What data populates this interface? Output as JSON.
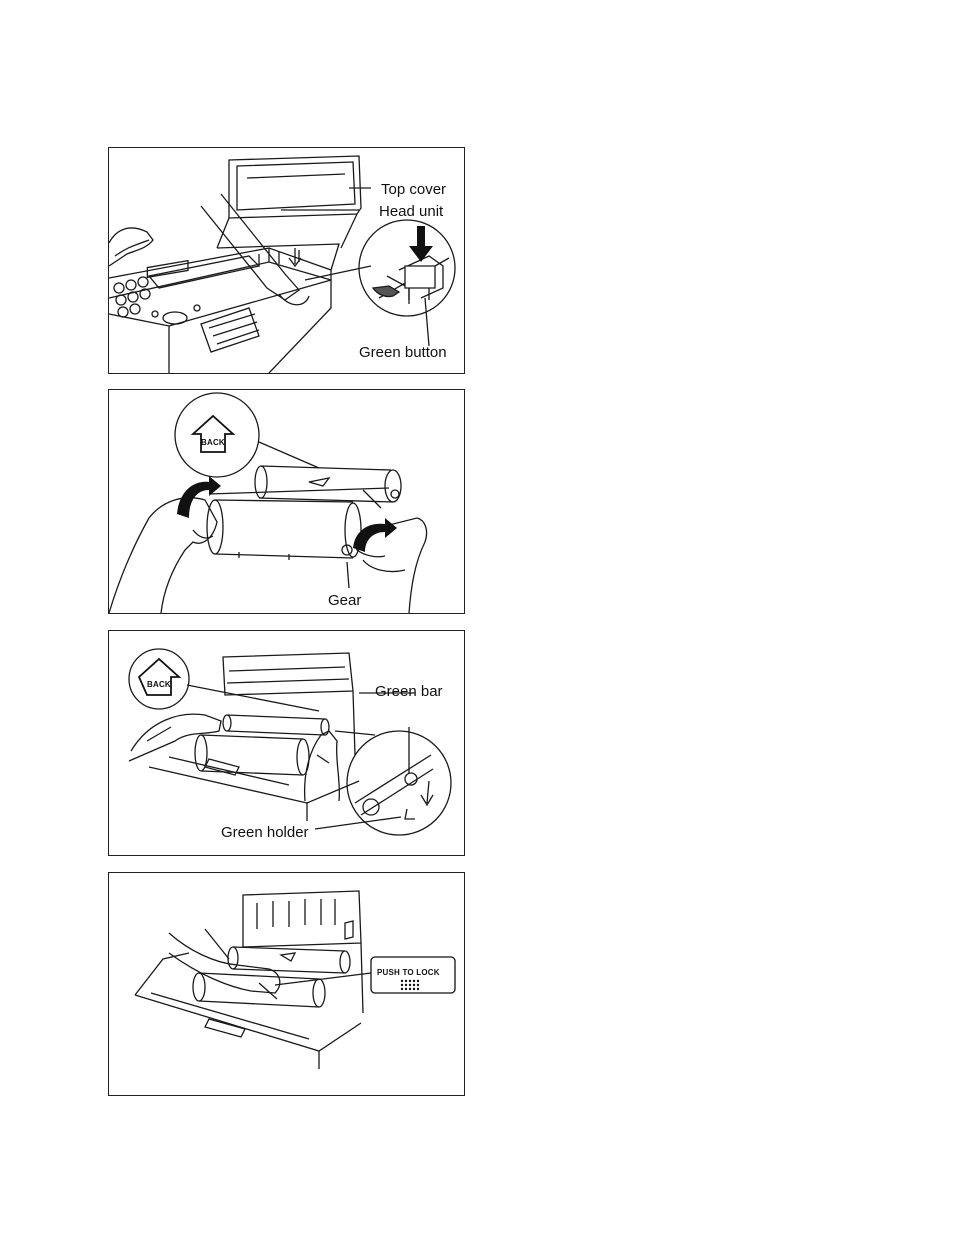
{
  "panels": [
    {
      "labels": {
        "top_cover": "Top cover",
        "head_unit": "Head unit",
        "green_button": "Green button"
      }
    },
    {
      "labels": {
        "back_sign": "BACK",
        "gear": "Gear"
      }
    },
    {
      "labels": {
        "back_sign": "BACK",
        "green_bar": "Green bar",
        "green_holder": "Green holder"
      }
    },
    {
      "labels": {
        "push_to_lock": "PUSH TO LOCK"
      }
    }
  ]
}
